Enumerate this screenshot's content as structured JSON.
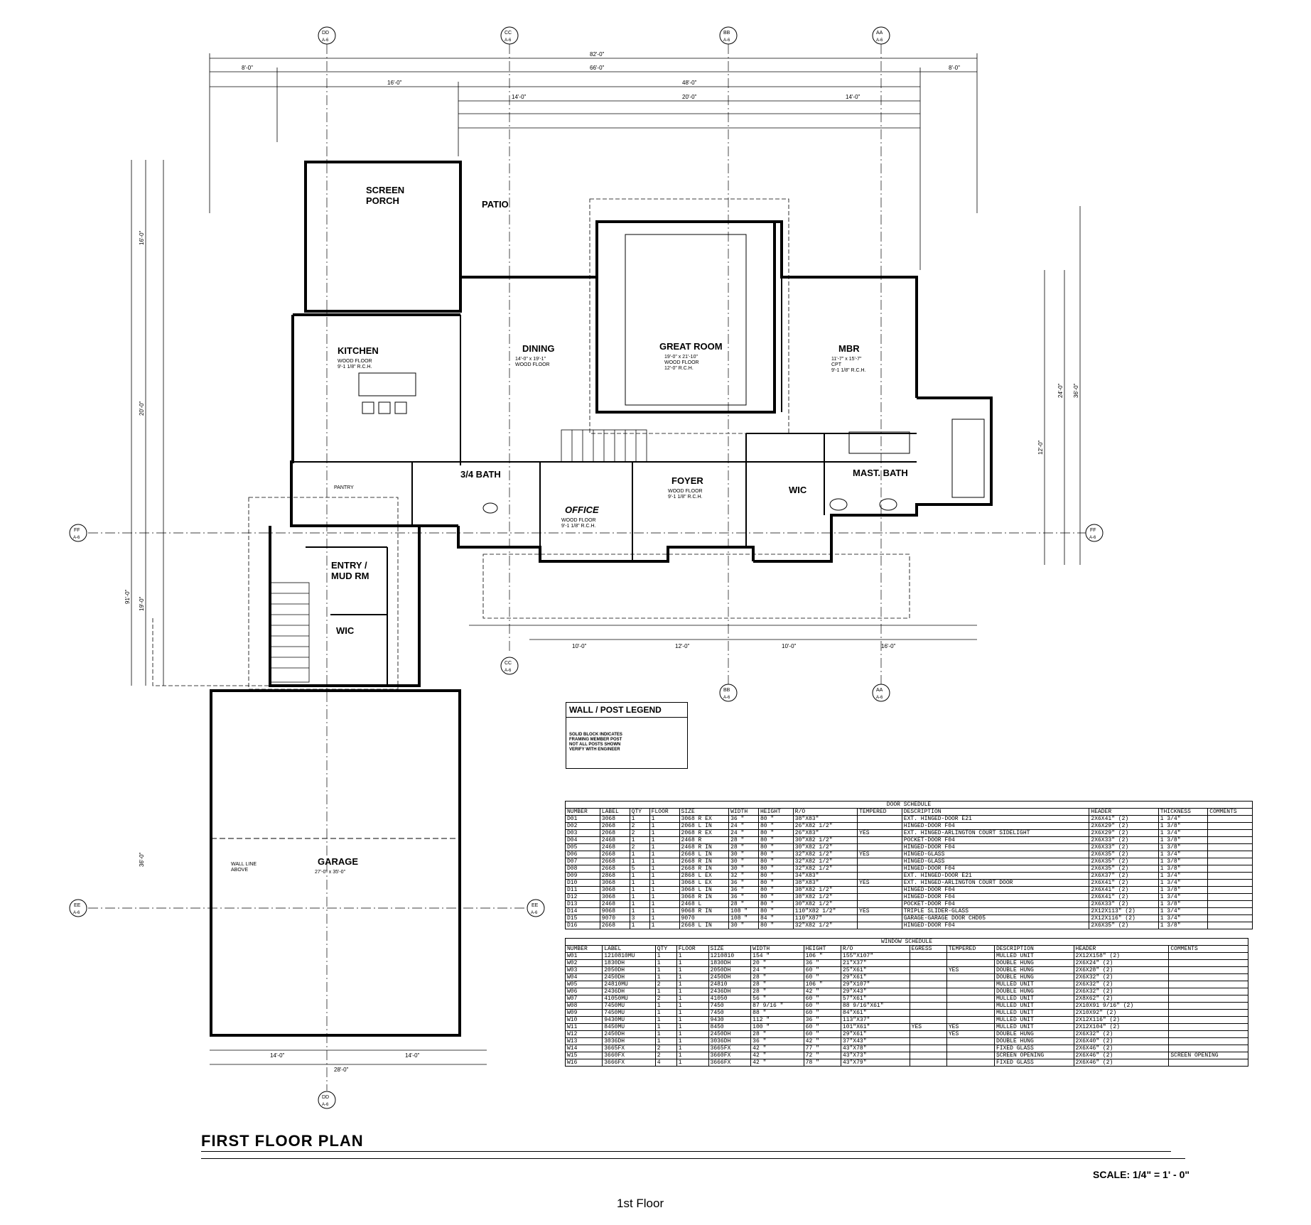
{
  "plan": {
    "title": "FIRST FLOOR PLAN",
    "scale": "SCALE: 1/4\" = 1' - 0\"",
    "caption": "1st Floor",
    "rooms": {
      "screen_porch": "SCREEN\nPORCH",
      "patio": "PATIO",
      "kitchen": "KITCHEN",
      "kitchen_sub": "WOOD FLOOR\n9'-1 1/8\" R.C.H.",
      "dining": "DINING",
      "dining_sub": "14'-0\" x 19'-1\"\nWOOD FLOOR",
      "great_room": "GREAT ROOM",
      "great_room_sub": "19'-0\" x 21'-10\"\nWOOD FLOOR\n12'-0\" R.C.H.",
      "mbr": "MBR",
      "mbr_sub": "11'-7\" x 15'-7\"\nCPT\n9'-1 1/8\" R.C.H.",
      "office": "OFFICE",
      "office_sub": "WOOD FLOOR\n9'-1 1/8\" R.C.H.",
      "foyer": "FOYER",
      "foyer_sub": "WOOD FLOOR\n9'-1 1/8\" R.C.H.",
      "mast_bath": "MAST. BATH",
      "wic": "WIC",
      "three_quarter_bath": "3/4 BATH",
      "entry_mud": "ENTRY /\nMUD RM",
      "wic2": "WIC",
      "pantry": "PANTRY",
      "garage": "GARAGE",
      "garage_sub": "27'-0\" x 35'-0\"",
      "wall_line_above": "WALL LINE\nABOVE"
    },
    "grid_tags": [
      "DD",
      "CC",
      "BB",
      "AA",
      "FF",
      "EE"
    ],
    "grid_sheet": "A-6",
    "top_dims": [
      "82'-0\"",
      "66'-0\"",
      "8'-0\"",
      "8'-0\"",
      "48'-0\"",
      "16'-0\"",
      "20'-0\"",
      "14'-0\"",
      "14'-0\""
    ],
    "side_dims": [
      "91'-0\"",
      "36'-0\"",
      "16'-0\"",
      "20'-0\"",
      "19'-0\"",
      "36'-0\"",
      "24'-0\"",
      "12'-0\""
    ],
    "bottom_dims": [
      "28'-0\"",
      "14'-0\"",
      "14'-0\"",
      "10'-0\"",
      "12'-0\"",
      "10'-0\"",
      "16'-0\""
    ]
  },
  "legend": {
    "title": "WALL / POST LEGEND",
    "note": "SOLID BLOCK INDICATES\nFRAMING MEMBER POST\nNOT ALL POSTS SHOWN\nVERIFY WITH ENGINEER"
  },
  "door_schedule": {
    "title": "DOOR SCHEDULE",
    "columns": [
      "NUMBER",
      "LABEL",
      "QTY",
      "FLOOR",
      "SIZE",
      "WIDTH",
      "HEIGHT",
      "R/O",
      "TEMPERED",
      "DESCRIPTION",
      "HEADER",
      "THICKNESS",
      "COMMENTS"
    ],
    "rows": [
      [
        "D01",
        "3068",
        "1",
        "1",
        "3068 R EX",
        "36 \"",
        "80 \"",
        "38\"X83\"",
        "",
        "EXT. HINGED-DOOR E21",
        "2X6X41\" (2)",
        "1 3/4\"",
        ""
      ],
      [
        "D02",
        "2068",
        "2",
        "1",
        "2068 L IN",
        "24 \"",
        "80 \"",
        "26\"X82 1/2\"",
        "",
        "HINGED-DOOR F04",
        "2X6X29\" (2)",
        "1 3/8\"",
        ""
      ],
      [
        "D03",
        "2068",
        "2",
        "1",
        "2068 R EX",
        "24 \"",
        "80 \"",
        "26\"X83\"",
        "YES",
        "EXT. HINGED-ARLINGTON COURT SIDELIGHT",
        "2X6X29\" (2)",
        "1 3/4\"",
        ""
      ],
      [
        "D04",
        "2468",
        "1",
        "1",
        "2468 R",
        "28 \"",
        "80 \"",
        "30\"X82 1/2\"",
        "",
        "POCKET-DOOR F04",
        "2X6X33\" (2)",
        "1 3/8\"",
        ""
      ],
      [
        "D05",
        "2468",
        "2",
        "1",
        "2468 R IN",
        "28 \"",
        "80 \"",
        "30\"X82 1/2\"",
        "",
        "HINGED-DOOR F04",
        "2X6X33\" (2)",
        "1 3/8\"",
        ""
      ],
      [
        "D06",
        "2668",
        "1",
        "1",
        "2668 L IN",
        "30 \"",
        "80 \"",
        "32\"X82 1/2\"",
        "YES",
        "HINGED-GLASS",
        "2X6X35\" (2)",
        "1 3/4\"",
        ""
      ],
      [
        "D07",
        "2668",
        "1",
        "1",
        "2668 R IN",
        "30 \"",
        "80 \"",
        "32\"X82 1/2\"",
        "",
        "HINGED-GLASS",
        "2X6X35\" (2)",
        "1 3/8\"",
        ""
      ],
      [
        "D08",
        "2668",
        "5",
        "1",
        "2668 R IN",
        "30 \"",
        "80 \"",
        "32\"X82 1/2\"",
        "",
        "HINGED-DOOR F04",
        "2X6X35\" (2)",
        "1 3/8\"",
        ""
      ],
      [
        "D09",
        "2868",
        "1",
        "1",
        "2868 L EX",
        "32 \"",
        "80 \"",
        "34\"X83\"",
        "",
        "EXT. HINGED-DOOR E21",
        "2X6X37\" (2)",
        "1 3/4\"",
        ""
      ],
      [
        "D10",
        "3068",
        "1",
        "1",
        "3068 L EX",
        "36 \"",
        "80 \"",
        "38\"X83\"",
        "YES",
        "EXT. HINGED-ARLINGTON COURT DOOR",
        "2X6X41\" (2)",
        "1 3/4\"",
        ""
      ],
      [
        "D11",
        "3068",
        "1",
        "1",
        "3068 L IN",
        "36 \"",
        "80 \"",
        "38\"X82 1/2\"",
        "",
        "HINGED-DOOR F04",
        "2X6X41\" (2)",
        "1 3/8\"",
        ""
      ],
      [
        "D12",
        "3068",
        "1",
        "1",
        "3068 R IN",
        "36 \"",
        "80 \"",
        "38\"X82 1/2\"",
        "",
        "HINGED-DOOR F04",
        "2X6X41\" (2)",
        "1 3/4\"",
        ""
      ],
      [
        "D13",
        "2468",
        "1",
        "1",
        "2468 L",
        "28 \"",
        "80 \"",
        "30\"X82 1/2\"",
        "",
        "POCKET-DOOR F04",
        "2X6X33\" (2)",
        "1 3/8\"",
        ""
      ],
      [
        "D14",
        "9068",
        "1",
        "1",
        "9068 R IN",
        "108 \"",
        "80 \"",
        "110\"X82 1/2\"",
        "YES",
        "TRIPLE SLIDER-GLASS",
        "2X12X113\" (2)",
        "1 3/4\"",
        ""
      ],
      [
        "D15",
        "9070",
        "3",
        "1",
        "9070",
        "108 \"",
        "84 \"",
        "110\"X87\"",
        "",
        "GARAGE-GARAGE DOOR CHD05",
        "2X12X116\" (2)",
        "1 3/4\"",
        ""
      ],
      [
        "D16",
        "2668",
        "1",
        "1",
        "2668 L IN",
        "30 \"",
        "80 \"",
        "32\"X82 1/2\"",
        "",
        "HINGED-DOOR F04",
        "2X6X35\" (2)",
        "1 3/8\"",
        ""
      ]
    ]
  },
  "window_schedule": {
    "title": "WINDOW SCHEDULE",
    "columns": [
      "NUMBER",
      "LABEL",
      "QTY",
      "FLOOR",
      "SIZE",
      "WIDTH",
      "HEIGHT",
      "R/O",
      "EGRESS",
      "TEMPERED",
      "DESCRIPTION",
      "HEADER",
      "COMMENTS"
    ],
    "rows": [
      [
        "W01",
        "1210810MU",
        "1",
        "1",
        "1210810",
        "154 \"",
        "106 \"",
        "155\"X107\"",
        "",
        "",
        "MULLED UNIT",
        "2X12X158\" (2)",
        ""
      ],
      [
        "W02",
        "1830DH",
        "1",
        "1",
        "1830DH",
        "20 \"",
        "36 \"",
        "21\"X37\"",
        "",
        "",
        "DOUBLE HUNG",
        "2X6X24\" (2)",
        ""
      ],
      [
        "W03",
        "2050DH",
        "1",
        "1",
        "2050DH",
        "24 \"",
        "60 \"",
        "25\"X61\"",
        "",
        "YES",
        "DOUBLE HUNG",
        "2X6X28\" (2)",
        ""
      ],
      [
        "W04",
        "2450DH",
        "1",
        "1",
        "2450DH",
        "28 \"",
        "60 \"",
        "29\"X61\"",
        "",
        "",
        "DOUBLE HUNG",
        "2X6X32\" (2)",
        ""
      ],
      [
        "W05",
        "24810MU",
        "2",
        "1",
        "24810",
        "28 \"",
        "106 \"",
        "29\"X107\"",
        "",
        "",
        "MULLED UNIT",
        "2X6X32\" (2)",
        ""
      ],
      [
        "W06",
        "2436DH",
        "1",
        "1",
        "2436DH",
        "28 \"",
        "42 \"",
        "29\"X43\"",
        "",
        "",
        "DOUBLE HUNG",
        "2X6X32\" (2)",
        ""
      ],
      [
        "W07",
        "41050MU",
        "2",
        "1",
        "41050",
        "56 \"",
        "60 \"",
        "57\"X61\"",
        "",
        "",
        "MULLED UNIT",
        "2X8X62\" (2)",
        ""
      ],
      [
        "W08",
        "7450MU",
        "1",
        "1",
        "7450",
        "87 9/16 \"",
        "60 \"",
        "88 9/16\"X61\"",
        "",
        "",
        "MULLED UNIT",
        "2X10X91 9/16\" (2)",
        ""
      ],
      [
        "W09",
        "7450MU",
        "1",
        "1",
        "7450",
        "88 \"",
        "60 \"",
        "84\"X61\"",
        "",
        "",
        "MULLED UNIT",
        "2X10X92\" (2)",
        ""
      ],
      [
        "W10",
        "9430MU",
        "1",
        "1",
        "9430",
        "112 \"",
        "36 \"",
        "113\"X37\"",
        "",
        "",
        "MULLED UNIT",
        "2X12X116\" (2)",
        ""
      ],
      [
        "W11",
        "8450MU",
        "1",
        "1",
        "8450",
        "100 \"",
        "60 \"",
        "101\"X61\"",
        "YES",
        "YES",
        "MULLED UNIT",
        "2X12X104\" (2)",
        ""
      ],
      [
        "W12",
        "2450DH",
        "1",
        "1",
        "2450DH",
        "28 \"",
        "60 \"",
        "29\"X61\"",
        "",
        "YES",
        "DOUBLE HUNG",
        "2X6X32\" (2)",
        ""
      ],
      [
        "W13",
        "3036DH",
        "1",
        "1",
        "3036DH",
        "36 \"",
        "42 \"",
        "37\"X43\"",
        "",
        "",
        "DOUBLE HUNG",
        "2X6X40\" (2)",
        ""
      ],
      [
        "W14",
        "3665FX",
        "2",
        "1",
        "3665FX",
        "42 \"",
        "77 \"",
        "43\"X78\"",
        "",
        "",
        "FIXED GLASS",
        "2X6X46\" (2)",
        ""
      ],
      [
        "W15",
        "3660FX",
        "2",
        "1",
        "3660FX",
        "42 \"",
        "72 \"",
        "43\"X73\"",
        "",
        "",
        "SCREEN OPENING",
        "2X6X46\" (2)",
        "SCREEN OPENING"
      ],
      [
        "W16",
        "3666FX",
        "4",
        "1",
        "3666FX",
        "42 \"",
        "78 \"",
        "43\"X79\"",
        "",
        "",
        "FIXED GLASS",
        "2X6X46\" (2)",
        ""
      ]
    ]
  }
}
